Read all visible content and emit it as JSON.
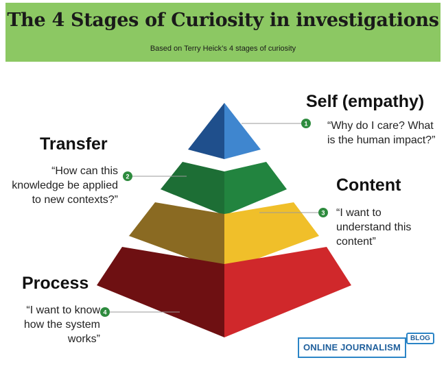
{
  "header": {
    "title": "The 4 Stages of Curiosity in investigations",
    "subtitle": "Based on Terry Heick’s 4 stages of curiosity"
  },
  "stages": [
    {
      "number": "1",
      "title": "Self (empathy)",
      "quote": "“Why do I care? What is the human impact?”",
      "colors": {
        "left": "#1f4f8c",
        "right": "#3f86cf"
      }
    },
    {
      "number": "2",
      "title": "Transfer",
      "quote": "“How can this knowledge be applied to new contexts?”",
      "colors": {
        "left": "#1d6e35",
        "right": "#22843f"
      }
    },
    {
      "number": "3",
      "title": "Content",
      "quote": "“I want to understand this content”",
      "colors": {
        "left": "#8a6a22",
        "right": "#f0bf2a"
      }
    },
    {
      "number": "4",
      "title": "Process",
      "quote": "“I want to know how the system works”",
      "colors": {
        "left": "#6e1012",
        "right": "#d0282b"
      }
    }
  ],
  "logo": {
    "text": "ONLINE JOURNALISM",
    "badge": "BLOG"
  },
  "colors": {
    "header_bg": "#8cc863",
    "marker": "#2e8b3e"
  }
}
